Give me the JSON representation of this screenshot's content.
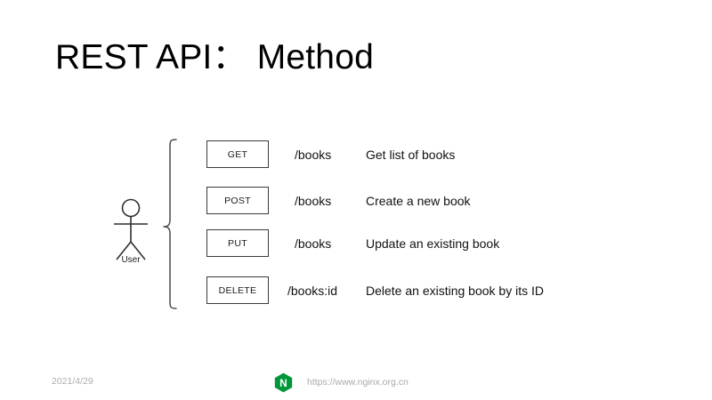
{
  "slide": {
    "title": "REST API： Method",
    "background": "#ffffff",
    "text_color": "#000000"
  },
  "diagram": {
    "actor": {
      "label": "User",
      "icon": "stick-figure-icon"
    },
    "brace": {
      "icon": "curly-brace-icon"
    },
    "rows": [
      {
        "method": "GET",
        "path": "/books",
        "description": "Get list of books"
      },
      {
        "method": "POST",
        "path": "/books",
        "description": "Create a new book"
      },
      {
        "method": "PUT",
        "path": "/books",
        "description": "Update an existing book"
      },
      {
        "method": "DELETE",
        "path": "/books:id",
        "description": "Delete an existing book by its ID"
      }
    ],
    "box_border_color": "#3a3a3a"
  },
  "footer": {
    "date": "2021/4/29",
    "url": "https://www.nginx.org.cn",
    "logo_icon": "nginx-logo-icon",
    "logo_letter": "N",
    "logo_color": "#009639",
    "text_color": "#a9a9a9"
  }
}
